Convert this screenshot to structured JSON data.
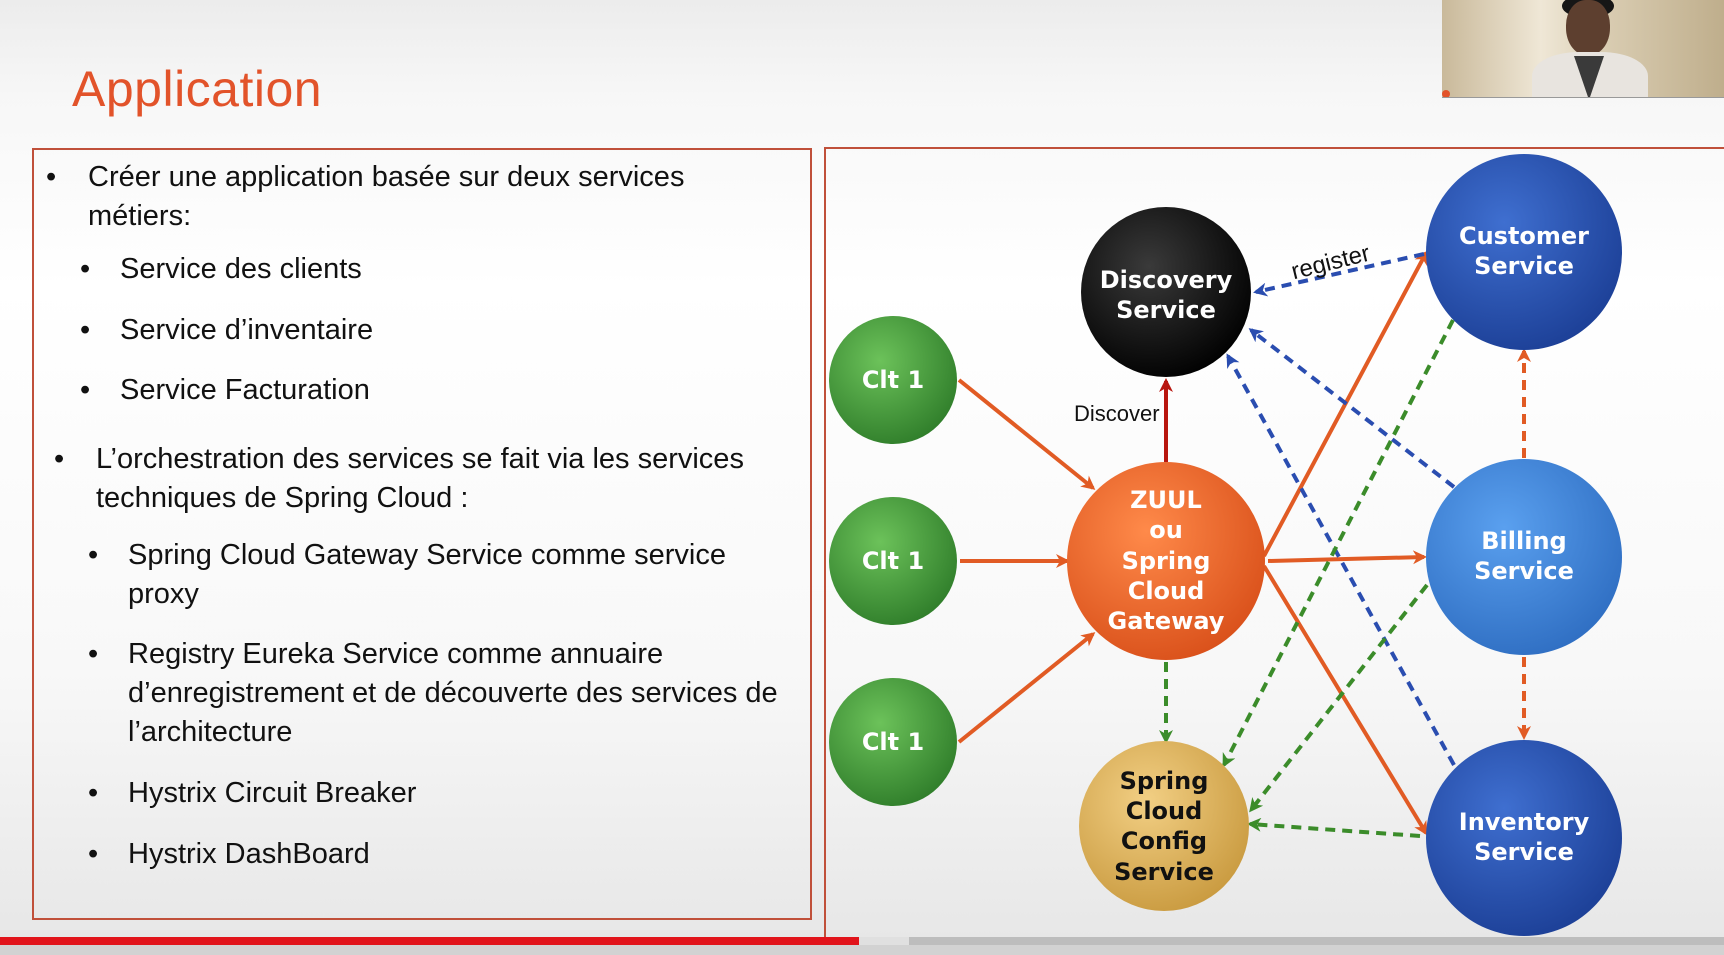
{
  "slide": {
    "title": "Application",
    "bullets": {
      "b1": "Créer une application basée sur deux services",
      "b1_cont": "métiers:",
      "sub1": "Service des clients",
      "sub2": "Service d’inventaire",
      "sub3": "Service Facturation",
      "b2": "L’orchestration des services se fait via les services",
      "b2_cont": "techniques de Spring Cloud :",
      "sub4": "Spring Cloud Gateway Service comme service",
      "sub4_cont": "proxy",
      "sub5": "Registry Eureka Service comme annuaire",
      "sub5_cont1": "d’enregistrement et de découverte des services de",
      "sub5_cont2": "l’architecture",
      "sub6": "Hystrix Circuit Breaker",
      "sub7": "Hystrix DashBoard"
    }
  },
  "diagram": {
    "nodes": {
      "discovery": [
        "Discovery",
        "Service"
      ],
      "customer": [
        "Customer",
        "Service"
      ],
      "billing": [
        "Billing",
        "Service"
      ],
      "inventory": [
        "Inventory",
        "Service"
      ],
      "gateway": [
        "ZUUL",
        "ou",
        "Spring",
        "Cloud",
        "Gateway"
      ],
      "config": [
        "Spring",
        "Cloud",
        "Config",
        "Service"
      ],
      "client1": [
        "Clt 1"
      ],
      "client2": [
        "Clt 1"
      ],
      "client3": [
        "Clt 1"
      ]
    },
    "edge_labels": {
      "register": "register",
      "discover": "Discover"
    },
    "colors": {
      "green": "#3f9a3a",
      "orange": "#e9631e",
      "black": "#050505",
      "blue_dark": "#2550a8",
      "blue_mid": "#3b7fd3",
      "tan": "#deb45f",
      "arrow_orange": "#e15b24",
      "arrow_blue": "#2a4db0",
      "arrow_green": "#3b8c2a",
      "arrow_red": "#b8160f",
      "title_orange": "#e2532a"
    }
  },
  "player": {
    "progress_fraction": 0.498
  }
}
